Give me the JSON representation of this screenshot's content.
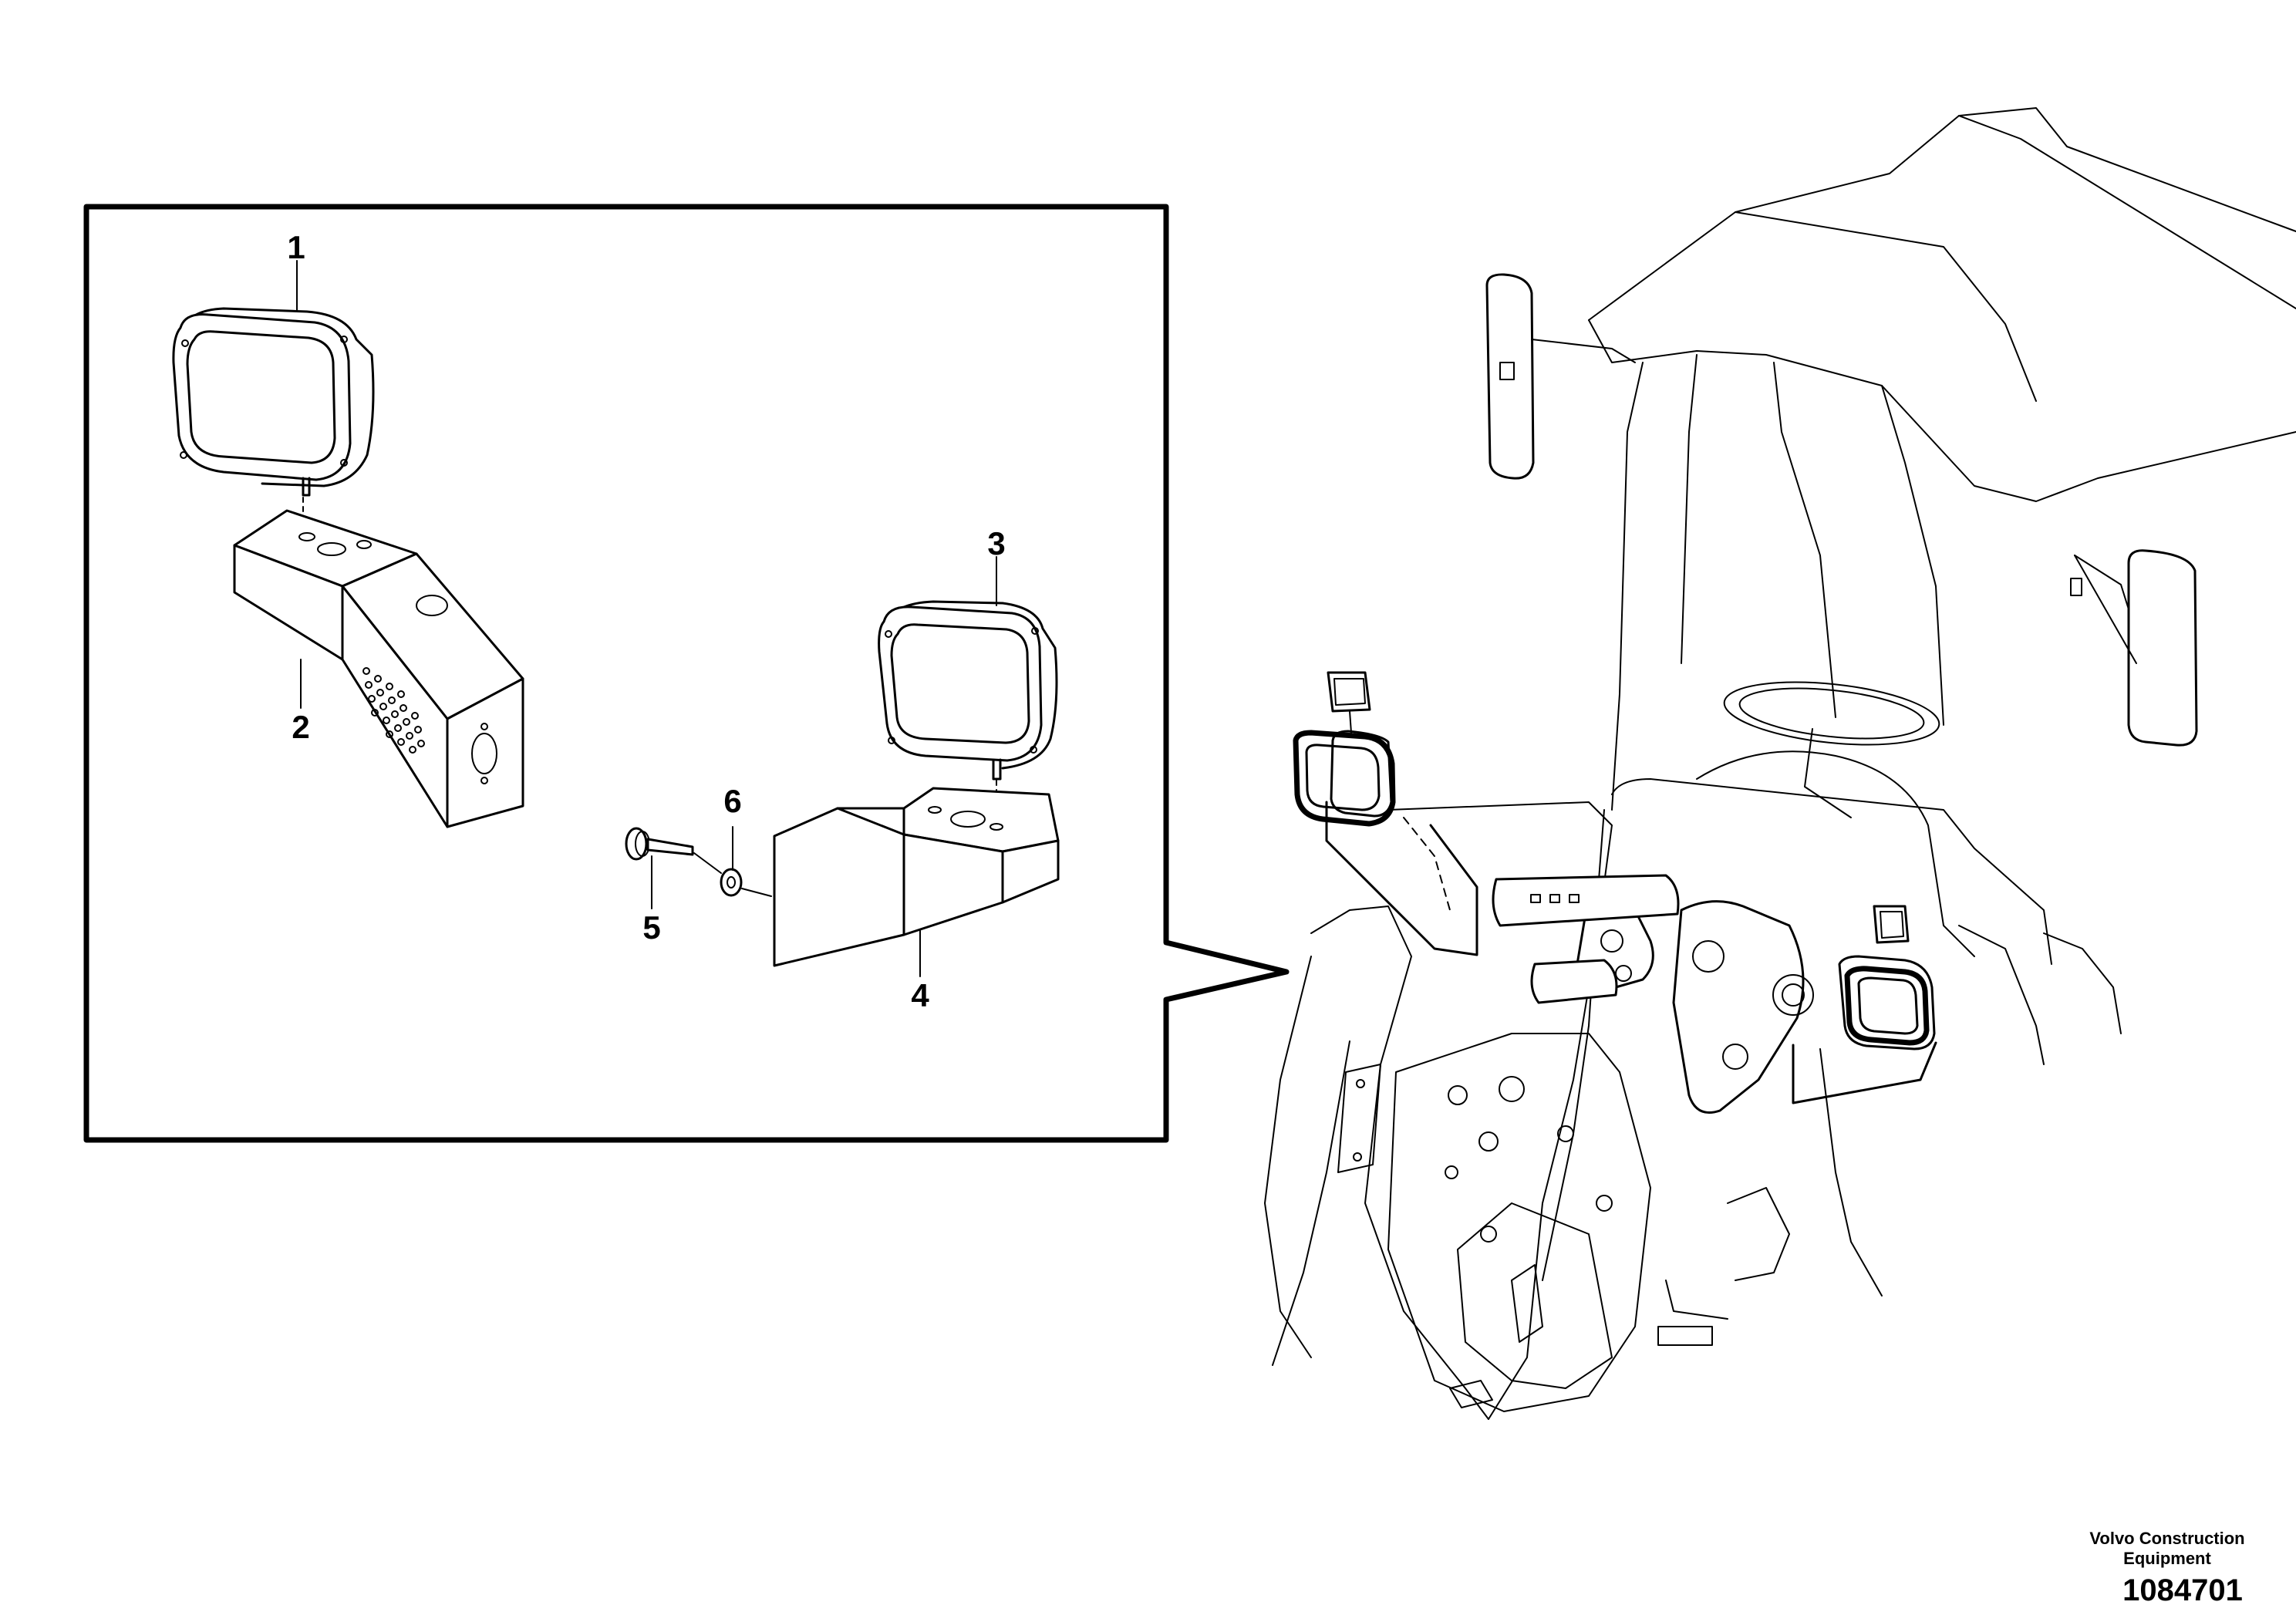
{
  "callouts": [
    {
      "number": "1"
    },
    {
      "number": "2"
    },
    {
      "number": "3"
    },
    {
      "number": "4"
    },
    {
      "number": "5"
    },
    {
      "number": "6"
    }
  ],
  "footer": {
    "brand_line1": "Volvo Construction",
    "brand_line2": "Equipment",
    "drawing_number": "1084701"
  }
}
